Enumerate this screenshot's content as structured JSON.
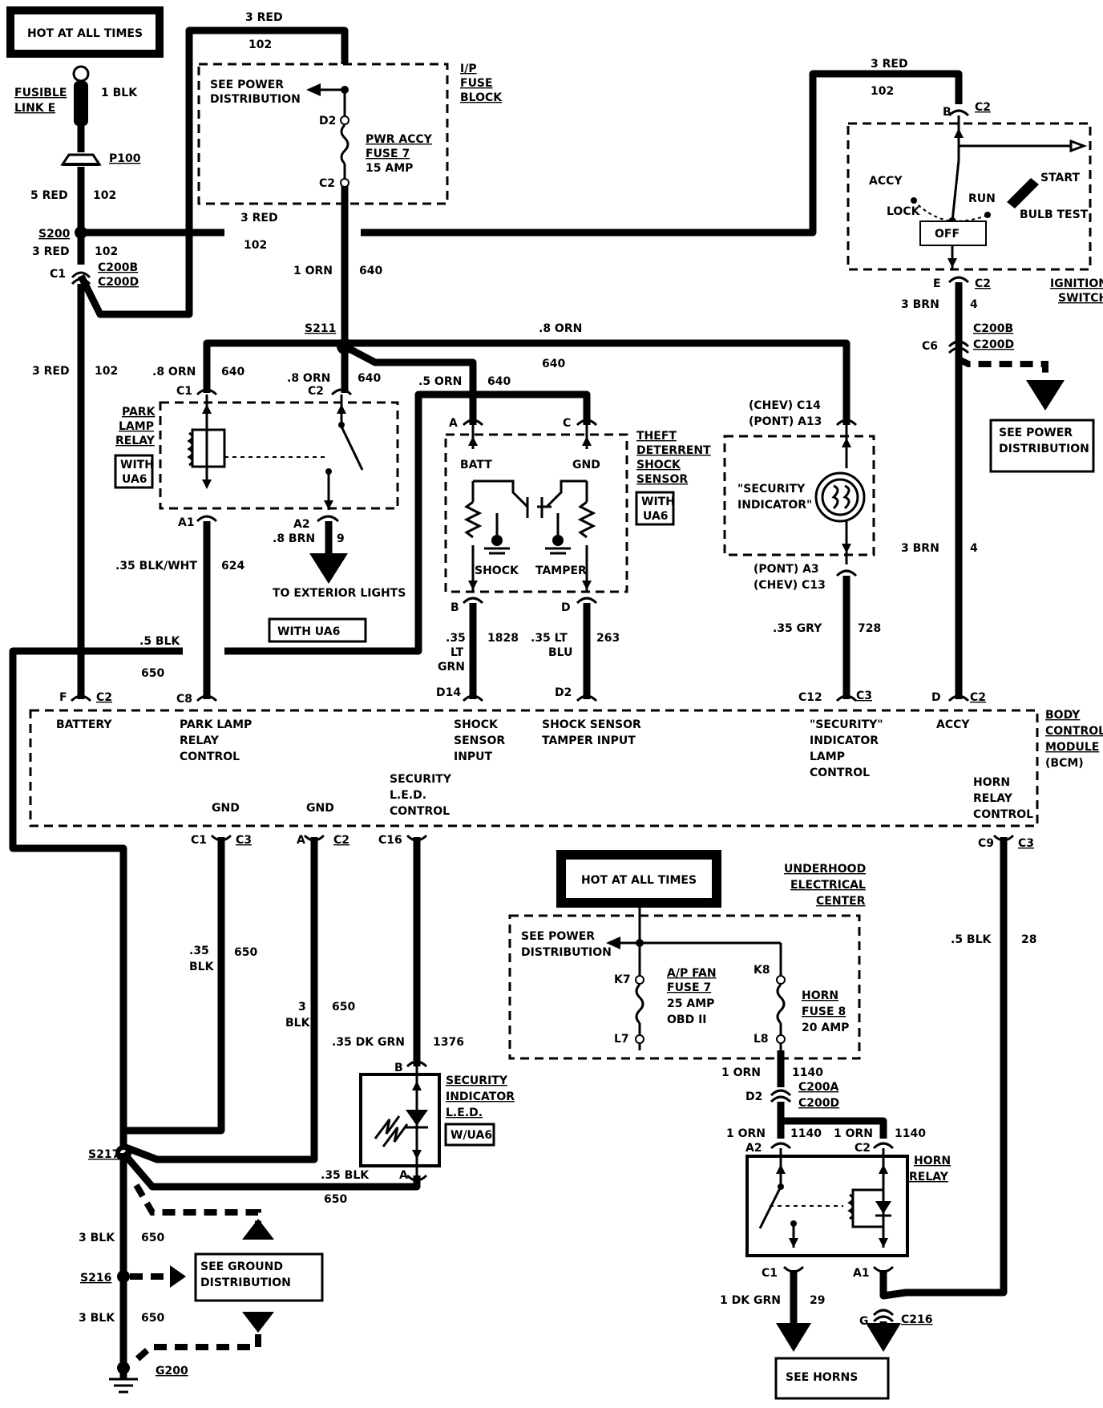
{
  "top_left": {
    "hot_label": "HOT AT ALL TIMES",
    "fusible_link": [
      "FUSIBLE",
      "LINK E"
    ],
    "wire_1blk": "1 BLK",
    "p100": "P100",
    "wire_5red": "5 RED",
    "circuit_102_a": "102",
    "s200": "S200",
    "wire_3red_a": "3 RED",
    "circuit_102_b": "102",
    "c1": "C1",
    "c200b": "C200B",
    "c200d": "C200D",
    "wire_3red_b": "3 RED",
    "circuit_102_c": "102"
  },
  "top_wires": {
    "red_top": "3 RED",
    "red_top_num": "102",
    "red_mid": "3 RED",
    "red_mid_num": "102",
    "red_right": "3 RED",
    "red_right_num": "102"
  },
  "ip_fuse_block": {
    "title": [
      "I/P",
      "FUSE",
      "BLOCK"
    ],
    "see_power": [
      "SEE POWER",
      "DISTRIBUTION"
    ],
    "d2": "D2",
    "fuse": [
      "PWR ACCY",
      "FUSE 7",
      "15 AMP"
    ],
    "c2": "C2",
    "wire_orn": "1 ORN",
    "circuit_640": "640"
  },
  "s211": {
    "label": "S211",
    "wire_8orn_top": ".8 ORN",
    "circuit_640_top": "640",
    "wire_8orn_left": ".8 ORN",
    "circuit_640_left": "640",
    "wire_8orn_mid": ".8 ORN",
    "circuit_640_mid": "640",
    "wire_5orn": ".5 ORN",
    "circuit_640_right": "640"
  },
  "park_lamp_relay": {
    "title": [
      "PARK",
      "LAMP",
      "RELAY"
    ],
    "with": [
      "WITH",
      "UA6"
    ],
    "c1": "C1",
    "c2": "C2",
    "a1": "A1",
    "a2": "A2",
    "wire_8brn": ".8 BRN",
    "circuit_9": "9",
    "to_exterior": "TO EXTERIOR LIGHTS",
    "with_ua6": "WITH UA6",
    "wire_blkwht": ".35 BLK/WHT",
    "circuit_624": "624",
    "wire_5blk": ".5 BLK",
    "circuit_650": "650"
  },
  "theft_sensor": {
    "title": [
      "THEFT",
      "DETERRENT",
      "SHOCK",
      "SENSOR"
    ],
    "with": [
      "WITH",
      "UA6"
    ],
    "pin_a": "A",
    "pin_c": "C",
    "batt": "BATT",
    "gnd": "GND",
    "shock": "SHOCK",
    "tamper": "TAMPER",
    "pin_b": "B",
    "pin_d": "D",
    "wire_ltgrn": [
      ".35",
      "LT",
      "GRN"
    ],
    "circuit_1828": "1828",
    "wire_ltblu": [
      ".35 LT",
      "BLU"
    ],
    "circuit_263": "263"
  },
  "security_indicator": {
    "chev_c14": "(CHEV) C14",
    "pont_a13": "(PONT) A13",
    "label": [
      "\"SECURITY",
      "INDICATOR\""
    ],
    "pont_a3": "(PONT) A3",
    "chev_c13": "(CHEV) C13",
    "wire_gry": ".35 GRY",
    "circuit_728": "728"
  },
  "ignition_switch": {
    "b_pin": "B",
    "c2_top": "C2",
    "accy": "ACCY",
    "lock": "LOCK",
    "run": "RUN",
    "start": "START",
    "bulb_test": "BULB TEST",
    "off": "OFF",
    "e_pin": "E",
    "c2_bot": "C2",
    "title": [
      "IGNITION",
      "SWITCH"
    ],
    "wire_3brn_a": "3 BRN",
    "circuit_4_a": "4",
    "c6": "C6",
    "c200b": "C200B",
    "c200d": "C200D",
    "see_power": [
      "SEE POWER",
      "DISTRIBUTION"
    ],
    "wire_3brn_b": "3 BRN",
    "circuit_4_b": "4"
  },
  "bcm": {
    "title": [
      "BODY",
      "CONTROL",
      "MODULE",
      "(BCM)"
    ],
    "f_pin": "F",
    "f_conn": "C2",
    "battery": "BATTERY",
    "c8": "C8",
    "park_lamp": [
      "PARK LAMP",
      "RELAY",
      "CONTROL"
    ],
    "d14": "D14",
    "shock_input": [
      "SHOCK",
      "SENSOR",
      "INPUT"
    ],
    "d2": "D2",
    "tamper_input": [
      "SHOCK SENSOR",
      "TAMPER INPUT"
    ],
    "c12": "C12",
    "c12_conn": "C3",
    "security_lamp": [
      "\"SECURITY\"",
      "INDICATOR",
      "LAMP",
      "CONTROL"
    ],
    "d_pin": "D",
    "d_conn": "C2",
    "accy": "ACCY",
    "gnd1": "GND",
    "gnd2": "GND",
    "led_control": [
      "SECURITY",
      "L.E.D.",
      "CONTROL"
    ],
    "horn_control": [
      "HORN",
      "RELAY",
      "CONTROL"
    ],
    "c1_pin": "C1",
    "c1_conn": "C3",
    "a_pin": "A",
    "a_conn": "C2",
    "c16": "C16",
    "c9": "C9",
    "c9_conn": "C3"
  },
  "lower_left": {
    "wire_35blk": [
      ".35",
      "BLK"
    ],
    "circuit_650_a": "650",
    "wire_3blk": [
      "3",
      "BLK"
    ],
    "circuit_650_b": "650",
    "wire_dkgrn": ".35 DK GRN",
    "circuit_1376": "1376",
    "s217": "S217",
    "wire_35blk_b": ".35 BLK",
    "circuit_650_c": "650",
    "wire_3blk_a": "3 BLK",
    "circuit_650_d": "650",
    "s216": "S216",
    "see_ground": [
      "SEE GROUND",
      "DISTRIBUTION"
    ],
    "wire_3blk_b": "3 BLK",
    "circuit_650_e": "650",
    "g200": "G200"
  },
  "security_led": {
    "pin_b": "B",
    "pin_a": "A",
    "title": [
      "SECURITY",
      "INDICATOR",
      "L.E.D."
    ],
    "with": "W/UA6"
  },
  "underhood": {
    "hot_label": "HOT AT ALL TIMES",
    "title": [
      "UNDERHOOD",
      "ELECTRICAL",
      "CENTER"
    ],
    "see_power": [
      "SEE POWER",
      "DISTRIBUTION"
    ],
    "k7": "K7",
    "fan_fuse": [
      "A/P FAN",
      "FUSE 7",
      "25 AMP",
      "OBD II"
    ],
    "l7": "L7",
    "k8": "K8",
    "horn_fuse": [
      "HORN",
      "FUSE 8",
      "20 AMP"
    ],
    "l8": "L8",
    "wire_orn": "1 ORN",
    "circuit_1140": "1140",
    "d2": "D2",
    "c200a": "C200A",
    "c200d": "C200D"
  },
  "horn_relay": {
    "wire_orn_a": "1 ORN",
    "circuit_1140_a": "1140",
    "wire_orn_b": "1 ORN",
    "circuit_1140_b": "1140",
    "a2": "A2",
    "c2": "C2",
    "title": [
      "HORN",
      "RELAY"
    ],
    "c1": "C1",
    "a1": "A1",
    "wire_dkgrn": "1 DK GRN",
    "circuit_29": "29",
    "g": "G",
    "c216": "C216",
    "see_horns": "SEE HORNS",
    "wire_5blk": ".5 BLK",
    "circuit_28": "28"
  }
}
